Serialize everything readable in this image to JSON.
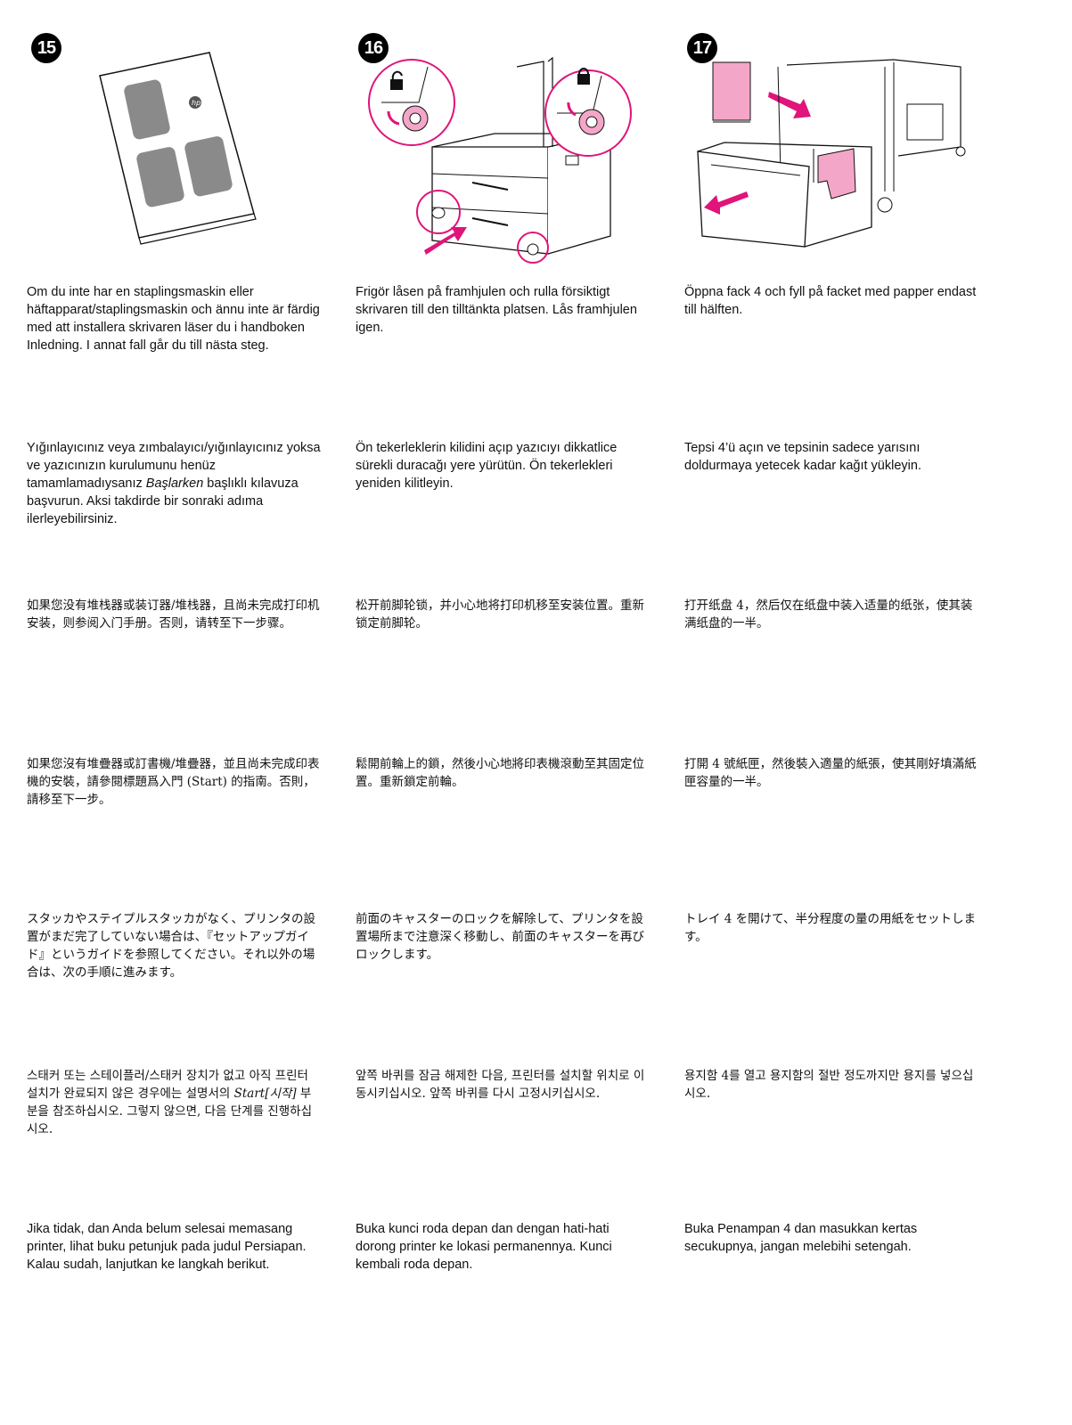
{
  "steps": [
    {
      "number": "15",
      "texts": {
        "sv": "Om du inte har en staplingsmaskin eller häftapparat/staplingsmaskin och ännu inte är färdig med att installera skrivaren läser du i handboken Inledning. I annat fall går du till nästa steg.",
        "tr_before": "Yığınlayıcınız veya zımbalayıcı/yığınlayıcınız yoksa ve yazıcınızın kurulumunu henüz tamamlamadıysanız ",
        "tr_em": "Başlarken",
        "tr_after": " başlıklı kılavuza başvurun. Aksi takdirde bir sonraki adıma ilerleyebilirsiniz.",
        "zh_cn": "如果您没有堆栈器或装订器/堆栈器，且尚未完成打印机安装，则参阅入门手册。否则，请转至下一步骤。",
        "zh_tw": "如果您沒有堆疊器或訂書機/堆疊器，並且尚未完成印表機的安裝，請參閱標題爲入門 (Start) 的指南。否則，請移至下一步。",
        "ja": "スタッカやステイプルスタッカがなく、プリンタの設置がまだ完了していない場合は、『セットアップガイド』というガイドを参照してください。それ以外の場合は、次の手順に進みます。",
        "ko_before": "스태커 또는 스테이플러/스태커 장치가 없고 아직 프린터 설치가 완료되지 않은 경우에는 설명서의 ",
        "ko_em": "Start[시작]",
        "ko_after": " 부분을 참조하십시오. 그렇지 않으면, 다음 단계를 진행하십시오.",
        "id": "Jika tidak, dan Anda belum selesai memasang printer, lihat buku petunjuk pada judul Persiapan. Kalau sudah, lanjutkan ke langkah berikut."
      }
    },
    {
      "number": "16",
      "texts": {
        "sv": "Frigör låsen på framhjulen och rulla försiktigt skrivaren till den tilltänkta platsen. Lås framhjulen igen.",
        "tr": "Ön tekerleklerin kilidini açıp yazıcıyı dikkatlice sürekli duracağı yere yürütün. Ön tekerlekleri yeniden kilitleyin.",
        "zh_cn": "松开前脚轮锁，并小心地将打印机移至安装位置。重新锁定前脚轮。",
        "zh_tw": "鬆開前輪上的鎖，然後小心地將印表機滾動至其固定位置。重新鎖定前輪。",
        "ja": "前面のキャスターのロックを解除して、プリンタを設置場所まで注意深く移動し、前面のキャスターを再びロックします。",
        "ko": "앞쪽 바퀴를 잠금 해제한 다음, 프린터를 설치할 위치로 이동시키십시오. 앞쪽 바퀴를 다시 고정시키십시오.",
        "id": "Buka kunci roda depan dan dengan hati-hati dorong printer ke lokasi permanennya. Kunci kembali roda depan."
      }
    },
    {
      "number": "17",
      "texts": {
        "sv": "Öppna fack 4 och fyll på facket med papper endast till hälften.",
        "tr": "Tepsi 4’ü açın ve tepsinin sadece yarısını doldurmaya yetecek kadar kağıt yükleyin.",
        "zh_cn": "打开纸盘 4，然后仅在纸盘中装入适量的纸张，使其装满纸盘的一半。",
        "zh_tw": "打開 4 號紙匣，然後裝入適量的紙張，使其剛好填滿紙匣容量的一半。",
        "ja": "トレイ 4 を開けて、半分程度の量の用紙をセットします。",
        "ko": "용지함 4를 열고 용지함의 절반 정도까지만 용지를 넣으십시오.",
        "id": "Buka Penampan 4 dan masukkan kertas secukupnya, jangan melebihi setengah."
      }
    }
  ],
  "colors": {
    "accent": "#e0147a",
    "accent_light": "#f4a6c8",
    "ink": "#111111"
  },
  "icons": [
    "manual-book-icon",
    "lock-open-icon",
    "lock-closed-icon",
    "push-arrow-icon",
    "paper-stack-icon",
    "tray-open-arrow-icon"
  ]
}
